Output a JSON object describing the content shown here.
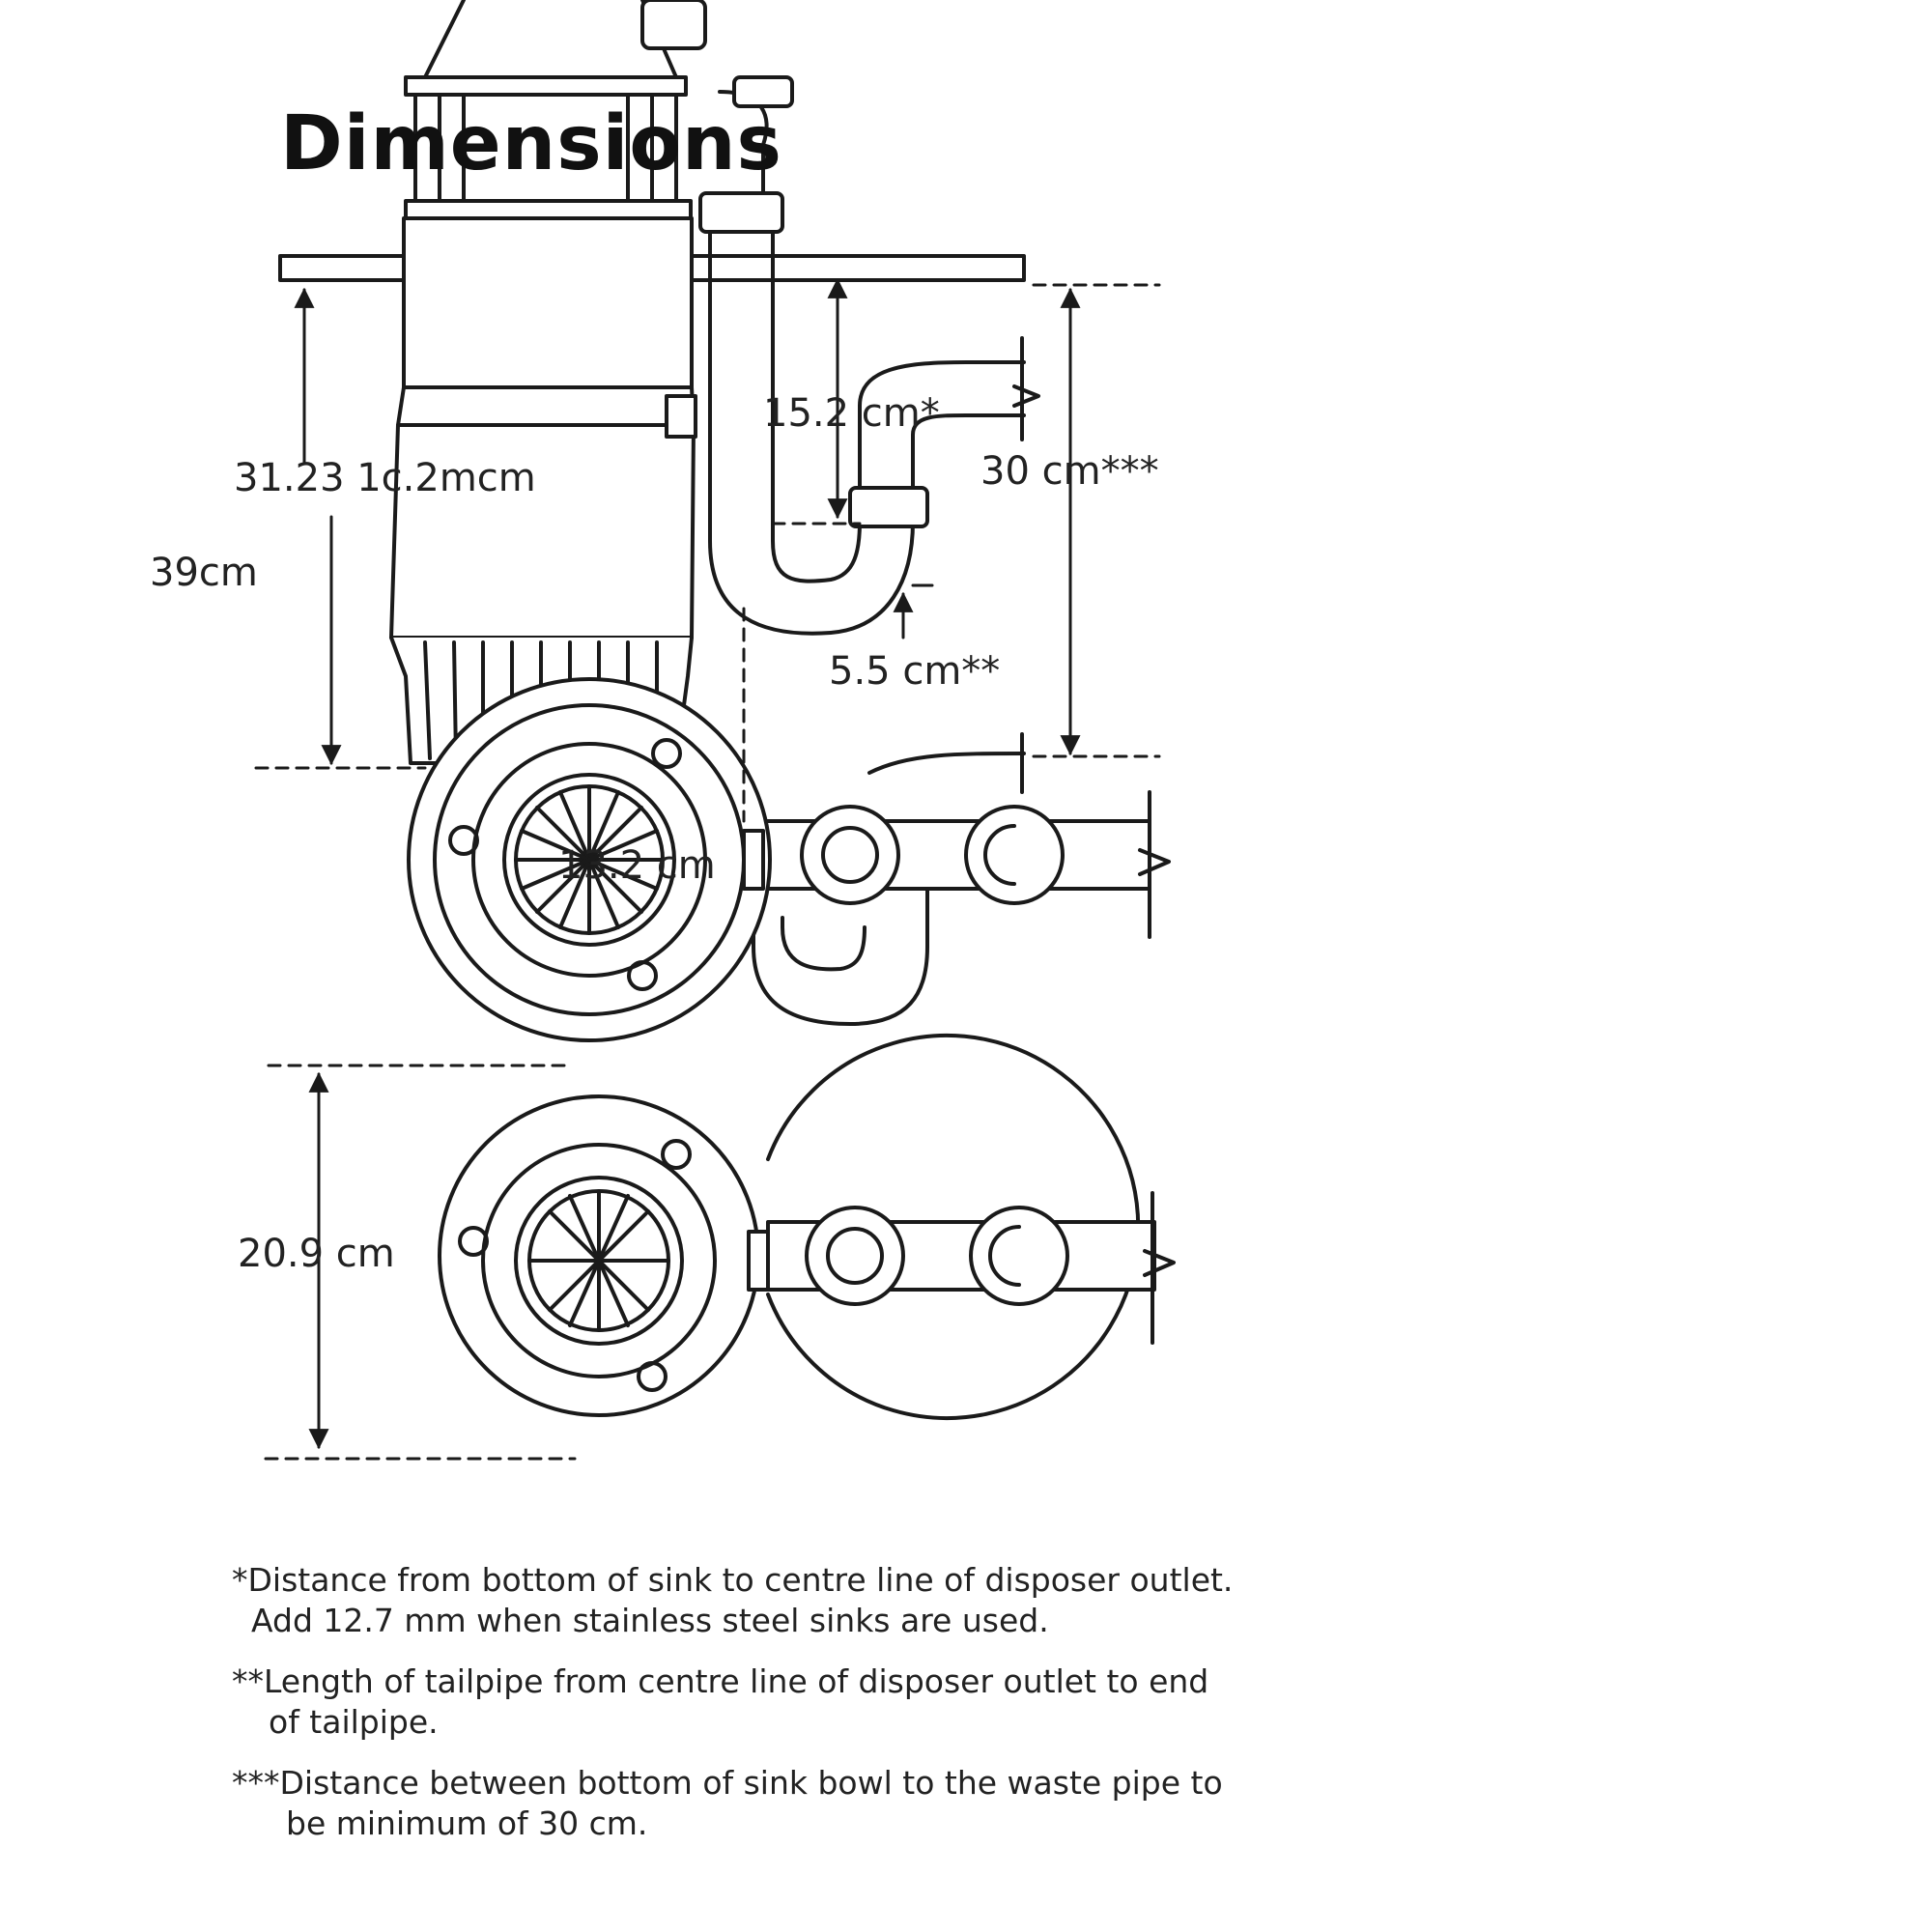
{
  "title": "Dimensions",
  "dimensions": {
    "total_height": "39cm",
    "upper_height": "31.23 1c.2mcm",
    "outlet_drop": "15.2 cm*",
    "waste_min": "30 cm***",
    "tailpipe": "5.5 cm**",
    "outlet_diameter": "13.2 cm",
    "body_diameter": "20.9 cm"
  },
  "notes": [
    {
      "line1": "*Distance from bottom of sink to centre line of disposer outlet.",
      "line2": "Add 12.7 mm when stainless steel sinks are used."
    },
    {
      "line1": "**Length of tailpipe from centre line of disposer outlet to end",
      "line2": "of tailpipe."
    },
    {
      "line1": "***Distance between bottom of sink bowl to the waste pipe to",
      "line2": "be minimum of 30 cm."
    }
  ],
  "colors": {
    "line": "#1a1a1a",
    "fill": "#ffffff",
    "text": "#222222"
  }
}
